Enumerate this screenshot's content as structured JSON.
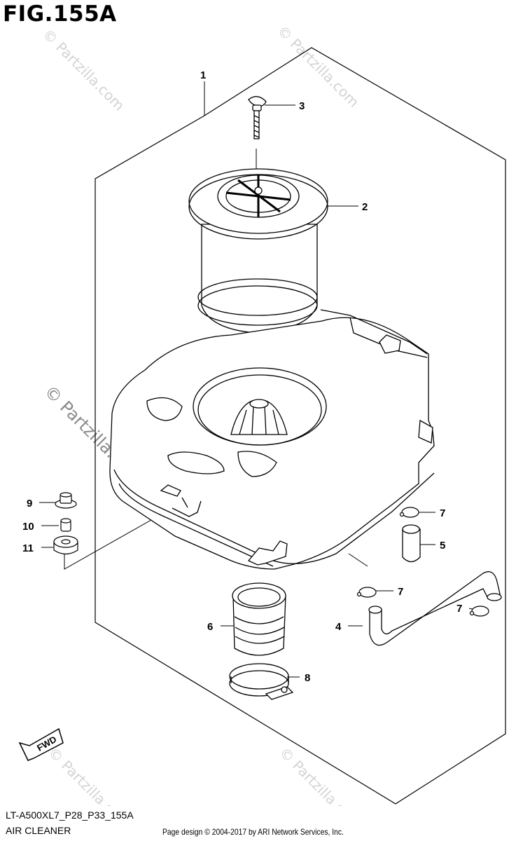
{
  "figure": {
    "title": "FIG.155A",
    "model_code": "LT-A500XL7_P28_P33_155A",
    "section_name": "AIR CLEANER",
    "copyright": "Page design © 2004-2017 by ARI Network Services, Inc."
  },
  "watermark": {
    "text": "© Partzilla.com"
  },
  "fwd_badge": {
    "label": "FWD"
  },
  "callouts": [
    {
      "id": "1",
      "label": "1"
    },
    {
      "id": "2",
      "label": "2"
    },
    {
      "id": "3",
      "label": "3"
    },
    {
      "id": "4",
      "label": "4"
    },
    {
      "id": "5",
      "label": "5"
    },
    {
      "id": "6",
      "label": "6"
    },
    {
      "id": "7a",
      "label": "7"
    },
    {
      "id": "7b",
      "label": "7"
    },
    {
      "id": "7c",
      "label": "7"
    },
    {
      "id": "8",
      "label": "8"
    },
    {
      "id": "9",
      "label": "9"
    },
    {
      "id": "10",
      "label": "10"
    },
    {
      "id": "11",
      "label": "11"
    }
  ]
}
